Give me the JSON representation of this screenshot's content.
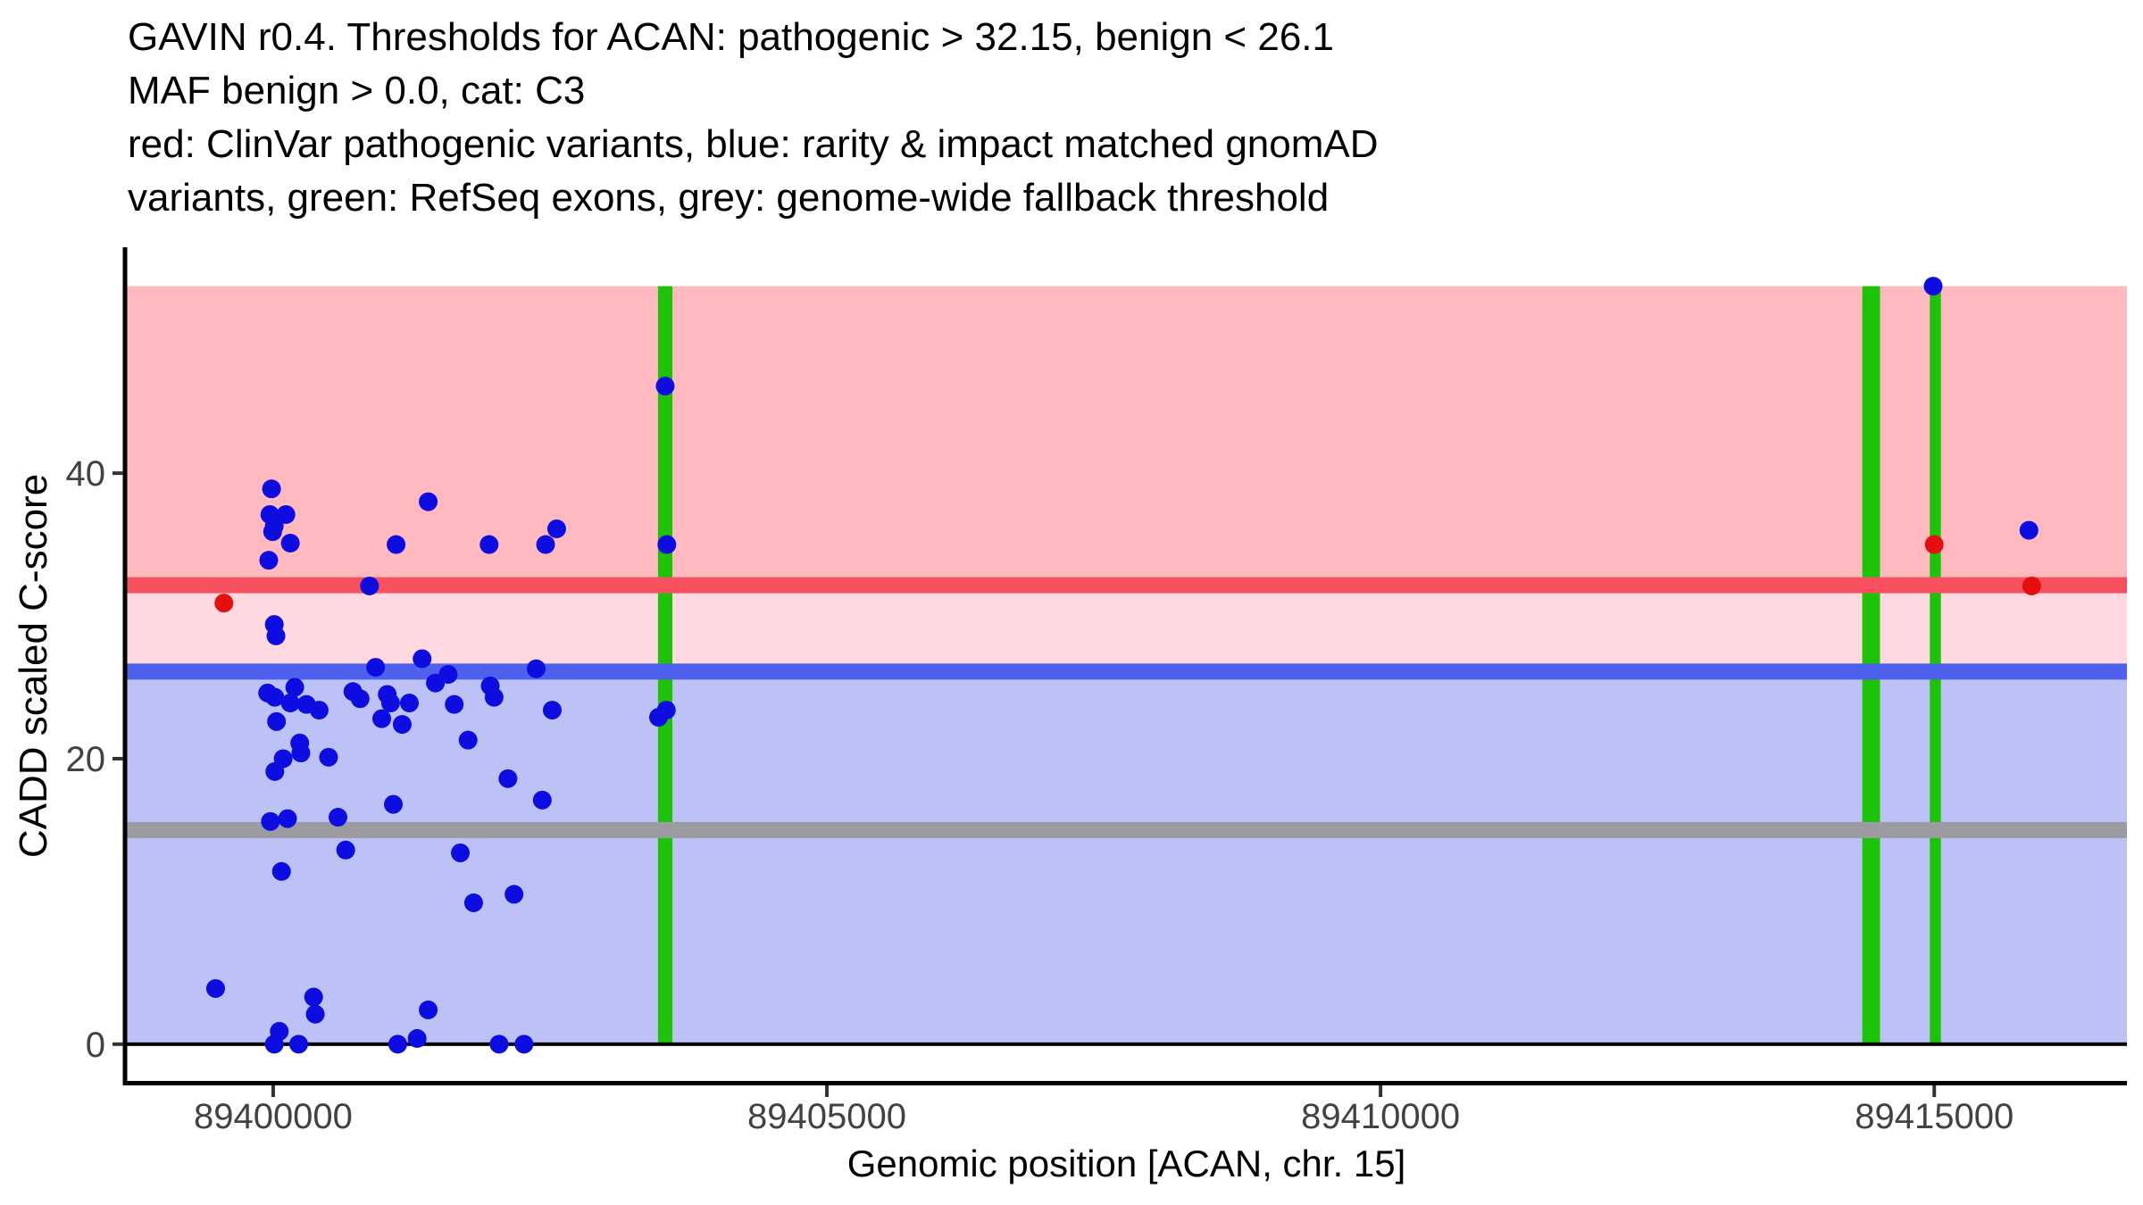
{
  "title": {
    "lines": [
      "GAVIN r0.4. Thresholds for ACAN: pathogenic > 32.15, benign < 26.1",
      "MAF benign > 0.0, cat: C3",
      "red: ClinVar pathogenic variants, blue: rarity & impact matched gnomAD",
      "variants, green: RefSeq exons, grey: genome-wide fallback threshold"
    ]
  },
  "chart_data": {
    "type": "scatter",
    "title": "GAVIN r0.4. Thresholds for ACAN: pathogenic > 32.15, benign < 26.1 / MAF benign > 0.0, cat: C3",
    "xlabel": "Genomic position [ACAN, chr. 15]",
    "ylabel": "CADD scaled C-score",
    "gene": "ACAN",
    "chromosome": "15",
    "x_domain": [
      89398670,
      89416740
    ],
    "y_domain": [
      -2.7,
      55.7
    ],
    "x_ticks": {
      "values": [
        89400000,
        89405000,
        89410000,
        89415000
      ],
      "labels": [
        "89400000",
        "89405000",
        "89410000",
        "89415000"
      ]
    },
    "y_ticks": {
      "values": [
        0,
        20,
        40
      ],
      "labels": [
        "0",
        "20",
        "40"
      ]
    },
    "grid": false,
    "legend_position": "none",
    "band_top": 53.1,
    "baseline": 0,
    "thresholds": {
      "pathogenic": 32.15,
      "benign": 26.1,
      "maf_benign": 0.0,
      "category": "C3",
      "genome_wide_fallback": 15
    },
    "bands": [
      {
        "name": "pathogenic-zone",
        "from": 32.15,
        "to": 53.1,
        "color": "#FFB9BF"
      },
      {
        "name": "intermediate-zone",
        "from": 26.1,
        "to": 32.15,
        "color": "#FFD9DF"
      },
      {
        "name": "benign-zone",
        "from": 0,
        "to": 26.1,
        "color": "#BDC2F6"
      }
    ],
    "threshold_lines": [
      {
        "name": "pathogenic-threshold-line",
        "value": 32.15,
        "color": "#F7515F"
      },
      {
        "name": "benign-threshold-line",
        "value": 26.1,
        "color": "#4D61ED"
      },
      {
        "name": "fallback-threshold-line",
        "value": 15,
        "color": "#9B9BA1"
      }
    ],
    "exons": [
      {
        "name": "refseq-exon-1",
        "pos": 89403540,
        "width_bp": 130
      },
      {
        "name": "refseq-exon-2",
        "pos": 89414430,
        "width_bp": 160
      },
      {
        "name": "refseq-exon-3",
        "pos": 89415010,
        "width_bp": 100
      }
    ],
    "exon_color": "#1DC306",
    "series": [
      {
        "name": "rarity & impact matched gnomAD variants",
        "color": "#0D0DE2",
        "points": [
          [
            89414990,
            53.1
          ],
          [
            89403540,
            46.1
          ],
          [
            89399985,
            38.9
          ],
          [
            89401400,
            38.0
          ],
          [
            89399970,
            37.1
          ],
          [
            89400115,
            37.1
          ],
          [
            89400010,
            36.3
          ],
          [
            89402560,
            36.1
          ],
          [
            89415855,
            36.0
          ],
          [
            89399995,
            35.9
          ],
          [
            89400155,
            35.1
          ],
          [
            89401110,
            35.0
          ],
          [
            89401950,
            35.0
          ],
          [
            89402460,
            35.0
          ],
          [
            89403555,
            35.0
          ],
          [
            89399960,
            33.9
          ],
          [
            89400870,
            32.1
          ],
          [
            89400010,
            29.4
          ],
          [
            89400025,
            28.6
          ],
          [
            89401345,
            27.0
          ],
          [
            89400925,
            26.4
          ],
          [
            89402375,
            26.3
          ],
          [
            89401580,
            25.9
          ],
          [
            89401465,
            25.3
          ],
          [
            89401960,
            25.1
          ],
          [
            89400195,
            25.0
          ],
          [
            89400720,
            24.7
          ],
          [
            89399950,
            24.6
          ],
          [
            89401030,
            24.5
          ],
          [
            89400015,
            24.3
          ],
          [
            89401995,
            24.3
          ],
          [
            89400785,
            24.2
          ],
          [
            89400155,
            23.9
          ],
          [
            89401060,
            23.9
          ],
          [
            89401230,
            23.9
          ],
          [
            89400300,
            23.8
          ],
          [
            89401635,
            23.8
          ],
          [
            89402520,
            23.4
          ],
          [
            89400415,
            23.4
          ],
          [
            89403550,
            23.4
          ],
          [
            89403480,
            22.9
          ],
          [
            89400980,
            22.8
          ],
          [
            89400030,
            22.6
          ],
          [
            89401165,
            22.4
          ],
          [
            89401760,
            21.3
          ],
          [
            89400240,
            21.1
          ],
          [
            89400250,
            20.4
          ],
          [
            89400500,
            20.1
          ],
          [
            89400090,
            20.0
          ],
          [
            89400015,
            19.1
          ],
          [
            89402120,
            18.6
          ],
          [
            89402430,
            17.1
          ],
          [
            89401085,
            16.8
          ],
          [
            89400585,
            15.9
          ],
          [
            89400130,
            15.8
          ],
          [
            89399975,
            15.6
          ],
          [
            89400655,
            13.6
          ],
          [
            89401690,
            13.4
          ],
          [
            89400075,
            12.1
          ],
          [
            89402175,
            10.5
          ],
          [
            89401810,
            9.9
          ],
          [
            89399480,
            3.9
          ],
          [
            89400365,
            3.3
          ],
          [
            89401400,
            2.4
          ],
          [
            89400380,
            2.1
          ],
          [
            89400055,
            0.9
          ],
          [
            89401300,
            0.4
          ],
          [
            89400010,
            0.0
          ],
          [
            89400230,
            0.0
          ],
          [
            89401125,
            0.0
          ],
          [
            89402040,
            0.0
          ],
          [
            89402265,
            0.0
          ]
        ]
      },
      {
        "name": "ClinVar pathogenic variants",
        "color": "#E50F0F",
        "points": [
          [
            89399555,
            30.9
          ],
          [
            89415000,
            35.0
          ],
          [
            89415880,
            32.1
          ]
        ]
      }
    ],
    "colors": {
      "clinvar_pathogenic": "#E50F0F",
      "gnomad_matched": "#0D0DE2",
      "refseq_exon": "#1DC306",
      "fallback_threshold": "#9B9BA1",
      "axis_text": "#424242",
      "axis_line": "#000000"
    }
  }
}
